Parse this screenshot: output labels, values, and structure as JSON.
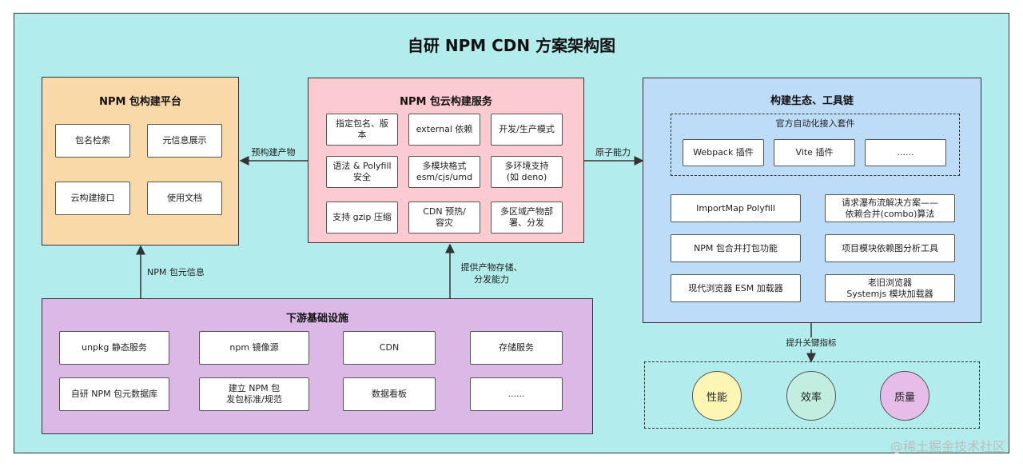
{
  "title": "自研 NPM CDN 方案架构图",
  "colors": {
    "background": "#b3ecec",
    "platform_panel": "#f9d9a8",
    "service_panel": "#fbcbd1",
    "ecosystem_panel": "#bcdcf8",
    "infra_panel": "#dcb8e6",
    "performance": "#fdf5b3",
    "efficiency": "#c2eee0",
    "quality": "#e6bde8"
  },
  "platform": {
    "title": "NPM 包构建平台",
    "items": [
      "包名检索",
      "元信息展示",
      "云构建接口",
      "使用文档"
    ]
  },
  "service": {
    "title": "NPM 包云构建服务",
    "items": [
      "指定包名、版\n本",
      "external 依赖",
      "开发/生产模式",
      "语法 & Polyfill\n安全",
      "多模块格式\nesm/cjs/umd",
      "多环境支持\n(如 deno)",
      "支持 gzip 压缩",
      "CDN 预热/\n容灾",
      "多区域产物部\n署、分发"
    ]
  },
  "ecosystem": {
    "title": "构建生态、工具链",
    "suite_title": "官方自动化接入套件",
    "suite_items": [
      "Webpack 插件",
      "Vite 插件",
      "......"
    ],
    "items": [
      "ImportMap Polyfill",
      "请求瀑布流解决方案——\n依赖合并(combo)算法",
      "NPM 包合并打包功能",
      "项目模块依赖图分析工具",
      "现代浏览器 ESM 加载器",
      "老旧浏览器\nSystemjs 模块加载器"
    ]
  },
  "infra": {
    "title": "下游基础设施",
    "items": [
      "unpkg 静态服务",
      "npm 镜像源",
      "CDN",
      "存储服务",
      "自研 NPM 包元数据库",
      "建立 NPM 包\n发包标准/规范",
      "数据看板",
      "......"
    ]
  },
  "arrows": {
    "prebuild": "预构建产物",
    "atomic": "原子能力",
    "meta": "NPM 包元信息",
    "storage": "提供产物存储、\n分发能力",
    "metrics": "提升关键指标"
  },
  "metrics": [
    "性能",
    "效率",
    "质量"
  ],
  "watermark": "@稀土掘金技术社区"
}
